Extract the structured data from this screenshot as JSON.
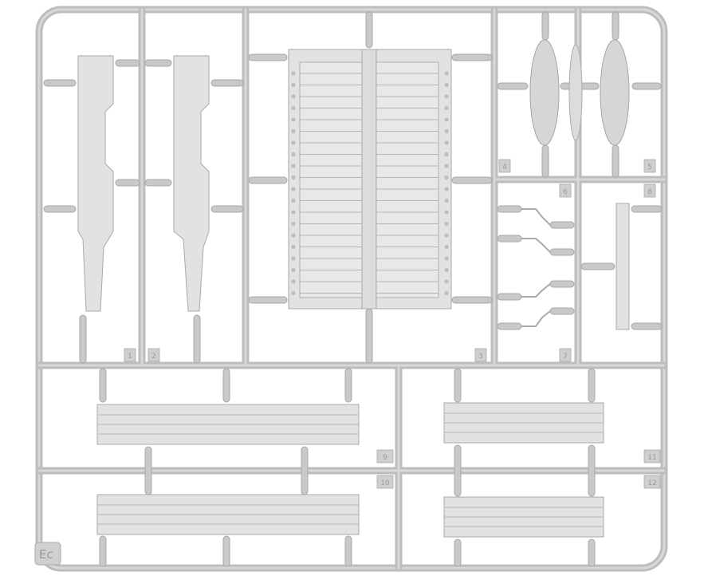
{
  "sprue": {
    "code": "Ec",
    "part_numbers": [
      "1",
      "2",
      "3",
      "4",
      "5",
      "6",
      "7",
      "8",
      "9",
      "10",
      "11",
      "12"
    ]
  },
  "colors": {
    "plastic": "#e2e2e2",
    "runner": "#bdbdbd",
    "background": "#ffffff"
  }
}
